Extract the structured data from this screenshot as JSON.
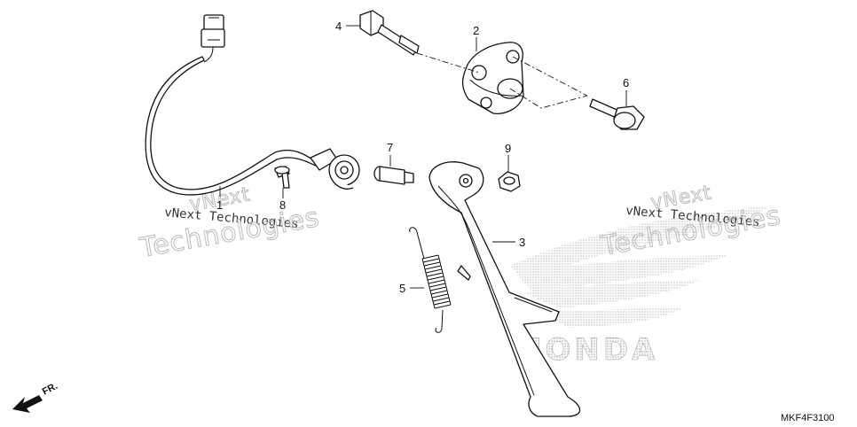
{
  "diagram": {
    "part_numbers": [
      "1",
      "2",
      "3",
      "4",
      "5",
      "6",
      "7",
      "8",
      "9"
    ],
    "watermarks": {
      "left_small": "vNext Technologies",
      "left_big": "Technologies",
      "left_tag": "vNext",
      "right_small": "vNext Technologies",
      "right_big": "Technologies",
      "right_tag": "vNext"
    },
    "logo_text": "HONDA",
    "direction_label": "FR.",
    "drawing_code": "MKF4F3100"
  }
}
